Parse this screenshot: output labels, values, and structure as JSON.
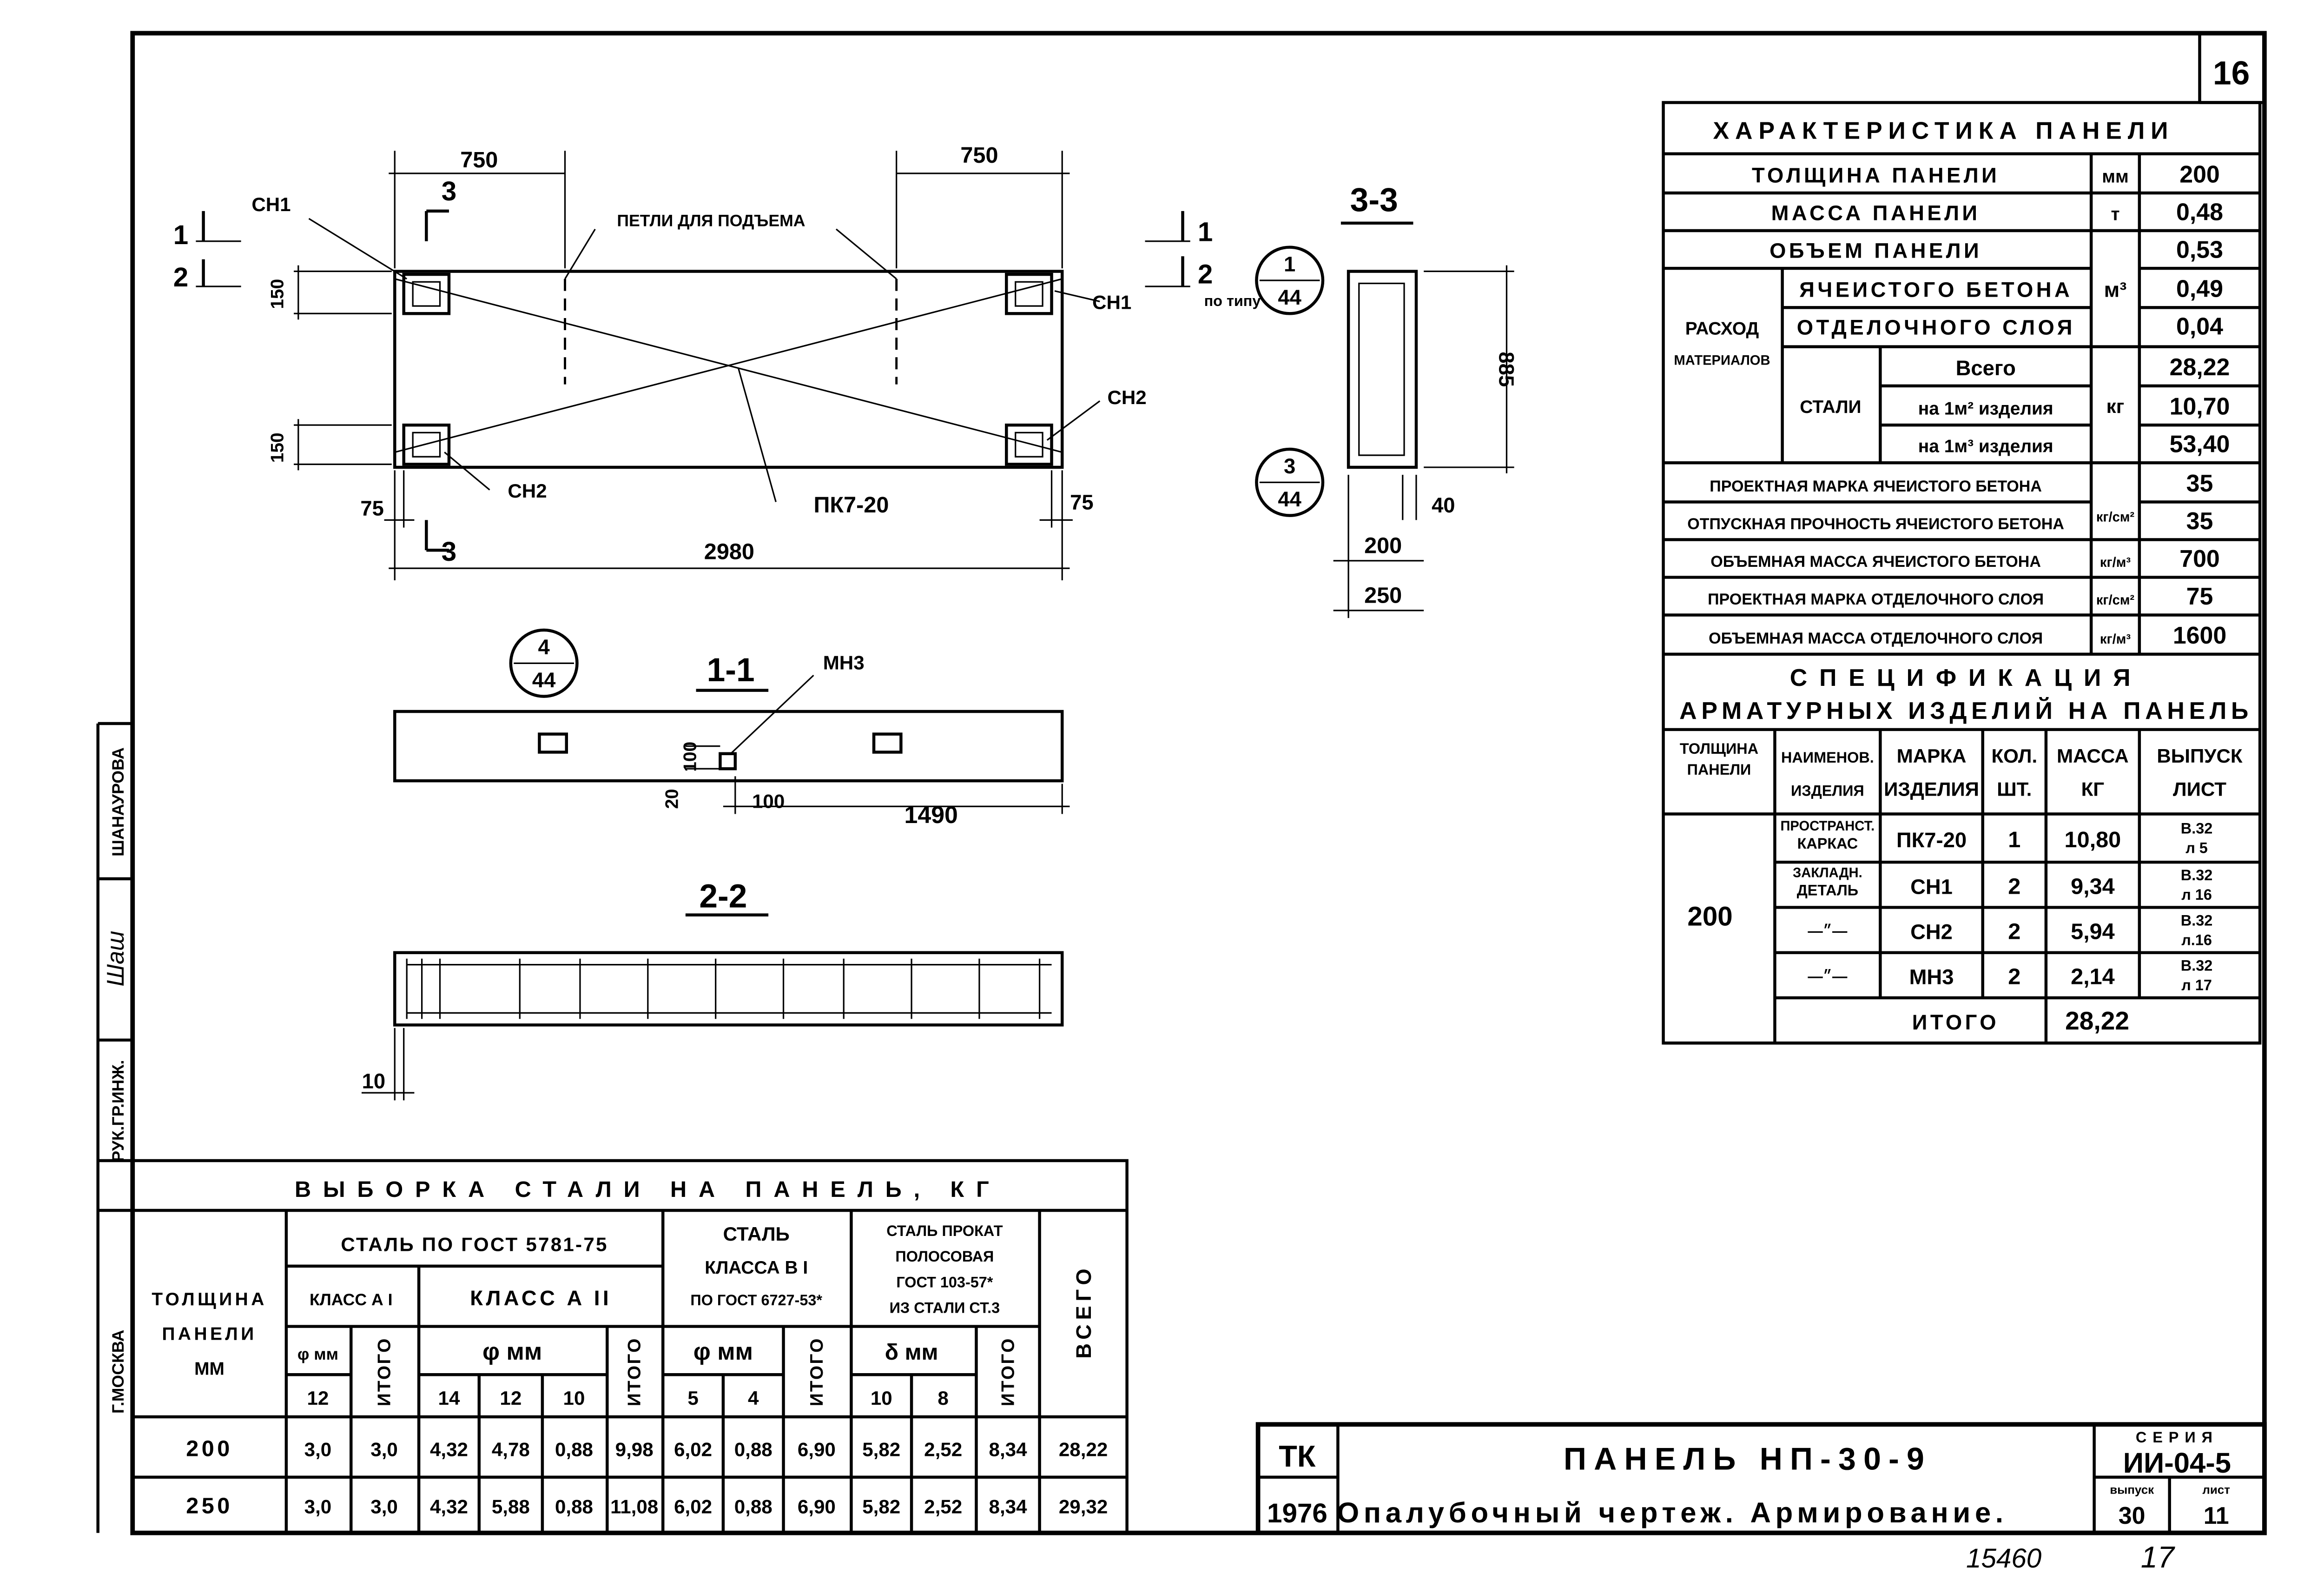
{
  "sheet_number": "16",
  "bottom_numbers": {
    "inventory": "15460",
    "page": "17"
  },
  "stamp": {
    "city": "Г.МОСКВА",
    "role": "РУК.ГР.ИНЖ.",
    "signature": "Шаш",
    "name": "ШАНАУРОВА"
  },
  "drawing": {
    "dim_left_750": "750",
    "dim_right_750": "750",
    "cn1_left": "СН1",
    "cn1_right": "СН1",
    "cn2_left": "СН2",
    "cn2_right": "СН2",
    "section3_top": "3",
    "section3_bottom": "3",
    "mark_1_left": "1",
    "mark_2_left": "2",
    "mark_1_right": "1",
    "mark_2_right": "2",
    "po_tipu": "по типу",
    "lifting_loops": "ПЕТЛИ ДЛЯ ПОДЪЕМА",
    "dim_150_top": "150",
    "dim_150_bottom": "150",
    "dim_75_left": "75",
    "dim_75_right": "75",
    "dim_2980": "2980",
    "frame_mark": "ПК7-20",
    "callout_1_top": "1",
    "callout_1_bottom": "44",
    "callout_3_top": "3",
    "callout_3_bottom": "44",
    "callout_4_top": "4",
    "callout_4_bottom": "44",
    "section_33": "3-3",
    "dim_885": "885",
    "dim_40": "40",
    "dim_200": "200",
    "dim_250": "250",
    "section_11": "1-1",
    "mn3": "МН3",
    "dim_20": "20",
    "dim_100a": "100",
    "dim_100b": "100",
    "dim_1490": "1490",
    "section_22": "2-2",
    "dim_10": "10"
  },
  "characteristics": {
    "title": "ХАРАКТЕРИСТИКА ПАНЕЛИ",
    "rows": [
      {
        "label": "ТОЛЩИНА ПАНЕЛИ",
        "unit": "мм",
        "value": "200"
      },
      {
        "label": "МАССА ПАНЕЛИ",
        "unit": "т",
        "value": "0,48"
      },
      {
        "label": "ОБЪЕМ ПАНЕЛИ",
        "value": "0,53"
      },
      {
        "label": "ЯЧЕИСТОГО БЕТОНА",
        "value": "0,49"
      },
      {
        "label": "ОТДЕЛОЧНОГО СЛОЯ",
        "value": "0,04"
      },
      {
        "label": "Всего",
        "value": "28,22"
      },
      {
        "label": "на 1м² изделия",
        "value": "10,70"
      },
      {
        "label": "на 1м³ изделия",
        "value": "53,40"
      },
      {
        "label": "ПРОЕКТНАЯ МАРКА ЯЧЕИСТОГО БЕТОНА",
        "value": "35"
      },
      {
        "label": "ОТПУСКНАЯ ПРОЧНОСТЬ ЯЧЕИСТОГО БЕТОНА",
        "value": "35"
      },
      {
        "label": "ОБЪЕМНАЯ МАССА ЯЧЕИСТОГО БЕТОНА",
        "unit": "кг/м³",
        "value": "700"
      },
      {
        "label": "ПРОЕКТНАЯ МАРКА ОТДЕЛОЧНОГО СЛОЯ",
        "unit": "кг/см²",
        "value": "75"
      },
      {
        "label": "ОБЪЕМНАЯ МАССА ОТДЕЛОЧНОГО СЛОЯ",
        "unit": "кг/м³",
        "value": "1600"
      }
    ],
    "unit_m3": "м³",
    "unit_kg": "кг",
    "unit_kgcm2": "кг/см²",
    "rashod_1": "РАСХОД",
    "rashod_2": "МАТЕРИАЛОВ",
    "stali": "СТАЛИ"
  },
  "specification": {
    "title_1": "СПЕЦИФИКАЦИЯ",
    "title_2": "АРМАТУРНЫХ ИЗДЕЛИЙ НА ПАНЕЛЬ",
    "headers": [
      [
        "ТОЛЩИНА",
        "ПАНЕЛИ"
      ],
      [
        "НАИМЕНОВ.",
        "ИЗДЕЛИЯ"
      ],
      [
        "МАРКА",
        "ИЗДЕЛИЯ"
      ],
      [
        "КОЛ.",
        "ШТ."
      ],
      [
        "МАССА",
        "КГ"
      ],
      [
        "ВЫПУСК",
        "ЛИСТ"
      ]
    ],
    "thickness": "200",
    "rows": [
      {
        "name": [
          "ПРОСТРАНСТ.",
          "КАРКАС"
        ],
        "mark": "ПК7-20",
        "qty": "1",
        "mass": "10,80",
        "ref": [
          "В.32",
          "л 5"
        ]
      },
      {
        "name": [
          "ЗАКЛАДН.",
          "ДЕТАЛЬ"
        ],
        "mark": "СН1",
        "qty": "2",
        "mass": "9,34",
        "ref": [
          "В.32",
          "л 16"
        ]
      },
      {
        "name": [
          "—״—"
        ],
        "mark": "СН2",
        "qty": "2",
        "mass": "5,94",
        "ref": [
          "В.32",
          "л.16"
        ]
      },
      {
        "name": [
          "—״—"
        ],
        "mark": "МН3",
        "qty": "2",
        "mass": "2,14",
        "ref": [
          "В.32",
          "л 17"
        ]
      }
    ],
    "total_label": "ИТОГО",
    "total_value": "28,22"
  },
  "steel_table": {
    "title": "ВЫБОРКА СТАЛИ НА ПАНЕЛЬ, КГ",
    "h_thickness": [
      "ТОЛЩИНА",
      "ПАНЕЛИ",
      "ММ"
    ],
    "h_gost5781": "СТАЛЬ ПО ГОСТ 5781-75",
    "h_class_a1": "КЛАСС А I",
    "h_class_a2": "КЛАСС А II",
    "h_vi": [
      "СТАЛЬ",
      "КЛАССА В I",
      "ПО ГОСТ 6727-53*"
    ],
    "h_strip": [
      "СТАЛЬ ПРОКАТ",
      "ПОЛОСОВАЯ",
      "ГОСТ 103-57*",
      "ИЗ СТАЛИ СТ.3"
    ],
    "h_total": "ВСЕГО",
    "h_phi_mm_1": "φ мм",
    "h_phi_mm_2": "φ мм",
    "h_phi_mm_3": "φ мм",
    "h_delta_mm": "δ мм",
    "h_itogo": "ИТОГО",
    "sizes": [
      "12",
      "14",
      "12",
      "10",
      "5",
      "4",
      "10",
      "8"
    ],
    "rows": [
      [
        "200",
        "3,0",
        "3,0",
        "4,32",
        "4,78",
        "0,88",
        "9,98",
        "6,02",
        "0,88",
        "6,90",
        "5,82",
        "2,52",
        "8,34",
        "28,22"
      ],
      [
        "250",
        "3,0",
        "3,0",
        "4,32",
        "5,88",
        "0,88",
        "11,08",
        "6,02",
        "0,88",
        "6,90",
        "5,82",
        "2,52",
        "8,34",
        "29,32"
      ]
    ]
  },
  "title_block": {
    "org": "ТК",
    "year": "1976",
    "title": "ПАНЕЛЬ НП-30-9",
    "subtitle": "Опалубочный чертеж. Армирование.",
    "series_label": "СЕРИЯ",
    "series": "ИИ-04-5",
    "issue_label": "выпуск",
    "issue": "30",
    "sheet_label": "лист",
    "sheet": "11"
  }
}
